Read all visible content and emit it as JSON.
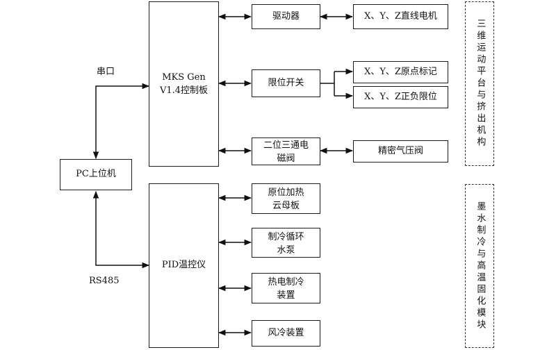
{
  "pc": "PC上位机",
  "serial_label": "串口",
  "rs485_label": "RS485",
  "mks": {
    "line1": "MKS Gen",
    "line2": "V1.4控制板"
  },
  "pid": "PID温控仪",
  "driver": "驱动器",
  "limit_switch": "限位开关",
  "valve": {
    "line1": "二位三通电",
    "line2": "磁阀"
  },
  "motor": "X、Y、Z直线电机",
  "origin_mark": "X、Y、Z原点标记",
  "limit_pos": "X、Y、Z正负限位",
  "precision_valve": "精密气压阀",
  "heater": {
    "line1": "原位加热",
    "line2": "云母板"
  },
  "pump": {
    "line1": "制冷循环",
    "line2": "水泵"
  },
  "peltier": {
    "line1": "热电制冷",
    "line2": "装置"
  },
  "air_cooling": "风冷装置",
  "module_top": "三维运动平台与挤出机构",
  "module_bottom": "墨水制冷与高温固化模块"
}
